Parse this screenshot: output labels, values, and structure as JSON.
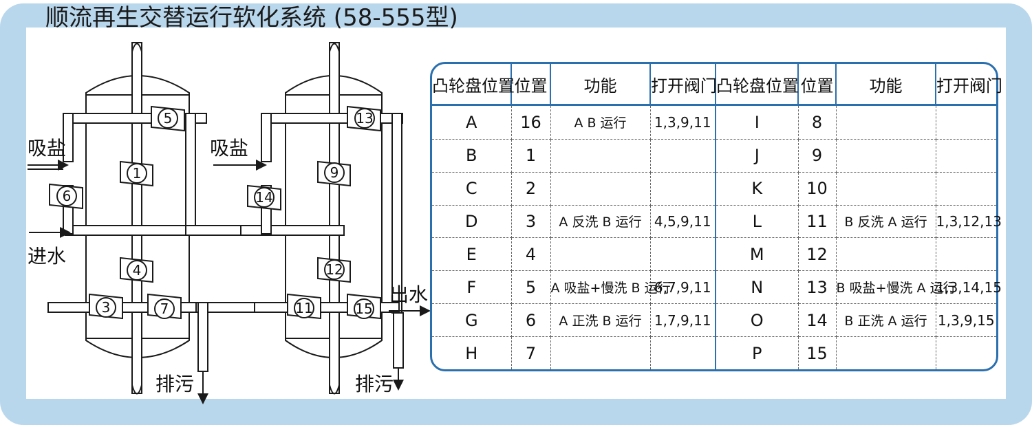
{
  "title": "顺流再生交替运行软化系统 (58-555型)",
  "labels": {
    "brine_left": "吸盐",
    "brine_mid": "吸盐",
    "inlet": "进水",
    "outlet": "出水",
    "drain_left": "排污",
    "drain_right": "排污"
  },
  "valves": {
    "v1": "1",
    "v3": "3",
    "v4": "4",
    "v5": "5",
    "v6": "6",
    "v7": "7",
    "v9": "9",
    "v11": "11",
    "v12": "12",
    "v13": "13",
    "v14": "14",
    "v15": "15"
  },
  "table": {
    "headers": [
      "凸轮盘位置",
      "位置",
      "功能",
      "打开阀门",
      "凸轮盘位置",
      "位置",
      "功能",
      "打开阀门"
    ],
    "rows": [
      [
        "A",
        "16",
        "A B 运行",
        "1,3,9,11",
        "I",
        "8",
        "",
        ""
      ],
      [
        "B",
        "1",
        "",
        "",
        "J",
        "9",
        "",
        ""
      ],
      [
        "C",
        "2",
        "",
        "",
        "K",
        "10",
        "",
        ""
      ],
      [
        "D",
        "3",
        "A 反洗 B 运行",
        "4,5,9,11",
        "L",
        "11",
        "B 反洗 A 运行",
        "1,3,12,13"
      ],
      [
        "E",
        "4",
        "",
        "",
        "M",
        "12",
        "",
        ""
      ],
      [
        "F",
        "5",
        "A 吸盐+慢洗 B 运行",
        "6,7,9,11",
        "N",
        "13",
        "B 吸盐+慢洗 A 运行",
        "1,3,14,15"
      ],
      [
        "G",
        "6",
        "A 正洗 B 运行",
        "1,7,9,11",
        "O",
        "14",
        "B 正洗 A 运行",
        "1,3,9,15"
      ],
      [
        "H",
        "7",
        "",
        "",
        "P",
        "15",
        "",
        ""
      ]
    ]
  },
  "colors": {
    "frame": "#b9d7ec",
    "table_border": "#2a6fae",
    "line": "#1a1a1a"
  }
}
